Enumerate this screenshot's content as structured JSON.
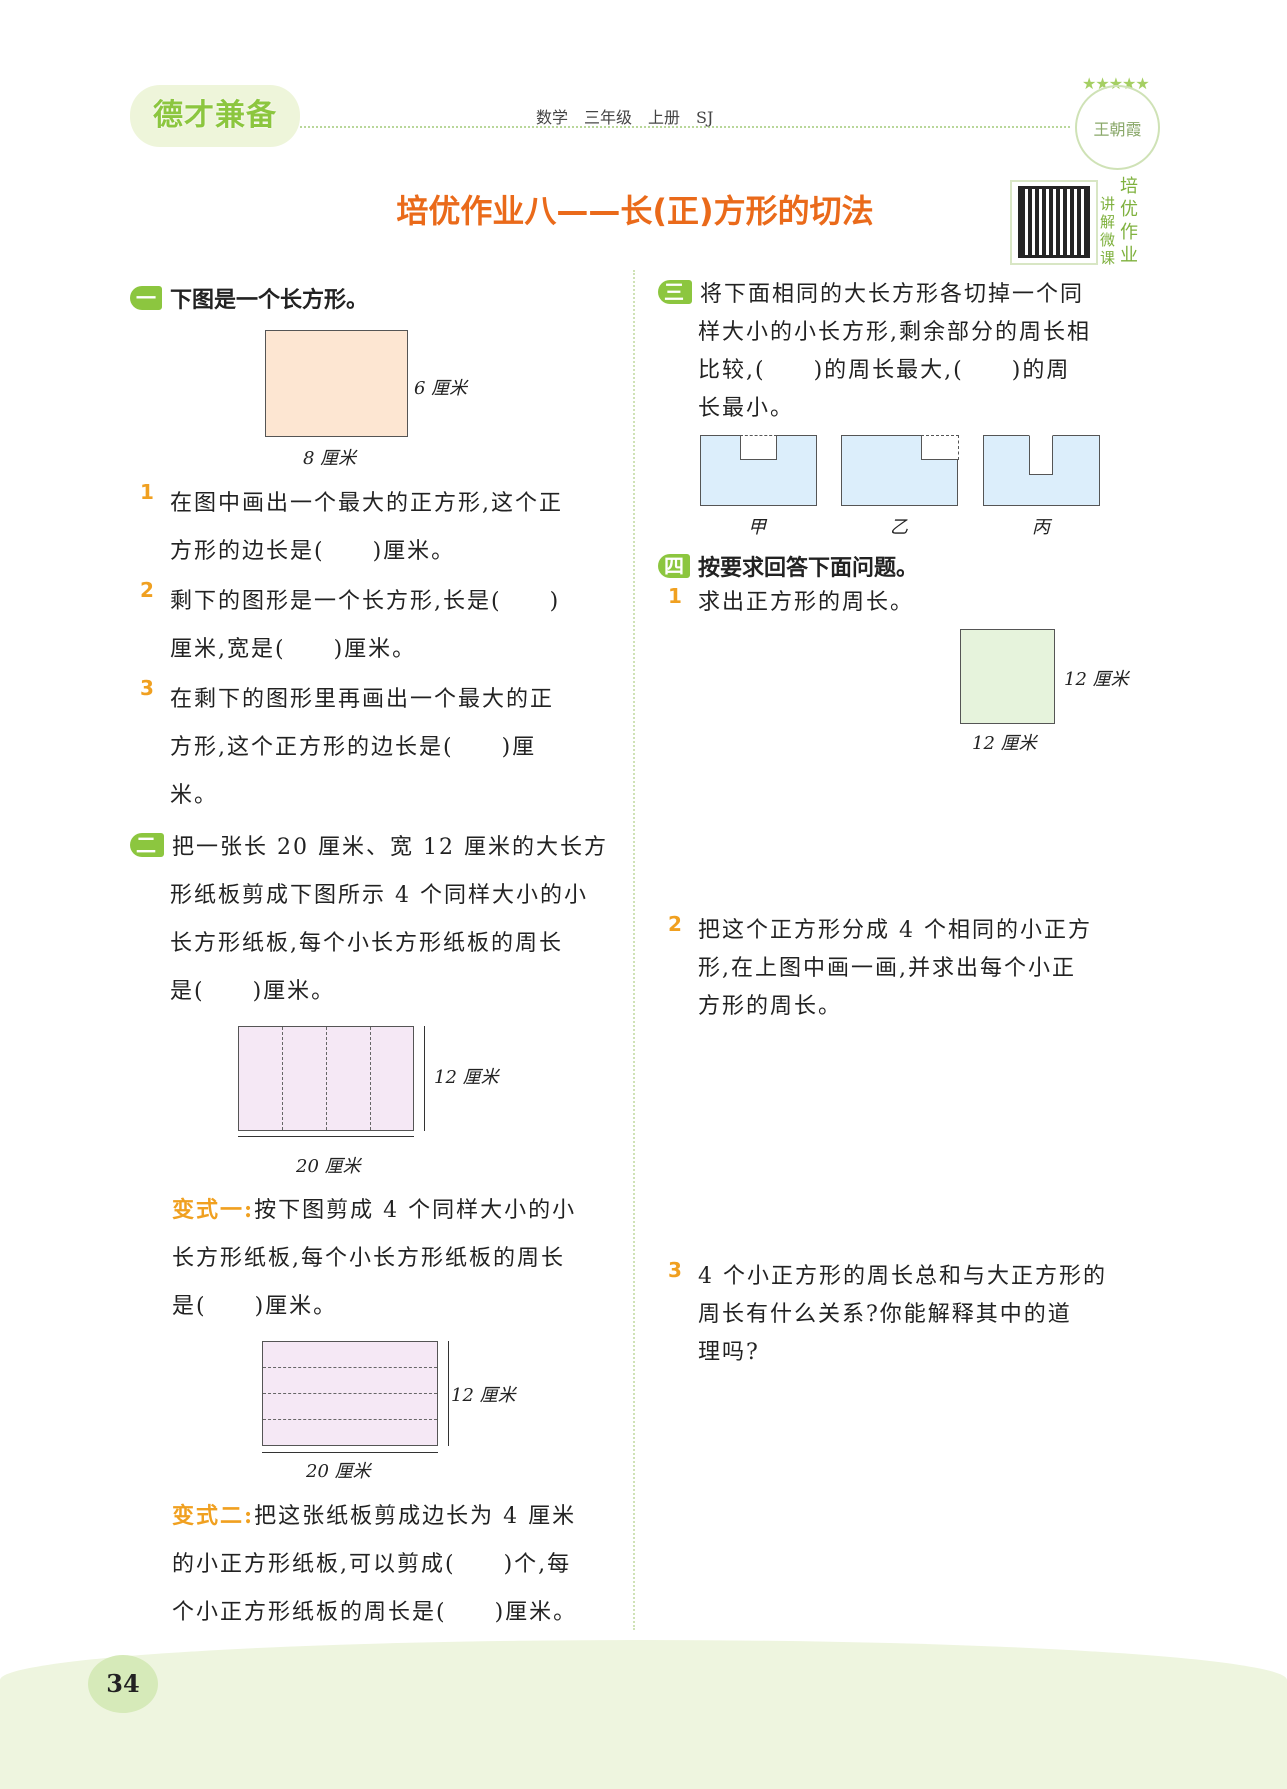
{
  "header": {
    "logo": "德才兼备",
    "subject": "数学　三年级　上册　SJ",
    "seal": "王朝霞",
    "title": "培优作业八——长(正)方形的切法",
    "qr_small": "讲解微课",
    "qr_big": "培优作业"
  },
  "s1": {
    "badge": "一",
    "heading": "下图是一个长方形。",
    "side": "6 厘米",
    "bottom": "8 厘米",
    "q": [
      {
        "n": "1",
        "l1": "在图中画出一个最大的正方形,这个正",
        "l2": "方形的边长是(　　)厘米。"
      },
      {
        "n": "2",
        "l1": "剩下的图形是一个长方形,长是(　　)",
        "l2": "厘米,宽是(　　)厘米。"
      },
      {
        "n": "3",
        "l1": "在剩下的图形里再画出一个最大的正",
        "l2": "方形,这个正方形的边长是(　　)厘",
        "l3": "米。"
      }
    ]
  },
  "s2": {
    "badge": "二",
    "lines": [
      "把一张长 20 厘米、宽 12 厘米的大长方",
      "形纸板剪成下图所示 4 个同样大小的小",
      "长方形纸板,每个小长方形纸板的周长",
      "是(　　)厘米。"
    ],
    "side": "12 厘米",
    "bottom": "20 厘米",
    "v1_label": "变式一:",
    "v1_lines": [
      "按下图剪成 4 个同样大小的小",
      "长方形纸板,每个小长方形纸板的周长",
      "是(　　)厘米。"
    ],
    "v1_side": "12 厘米",
    "v1_bottom": "20 厘米",
    "v2_label": "变式二:",
    "v2_lines": [
      "把这张纸板剪成边长为 4 厘米",
      "的小正方形纸板,可以剪成(　　)个,每",
      "个小正方形纸板的周长是(　　)厘米。"
    ]
  },
  "s3": {
    "badge": "三",
    "lines": [
      "将下面相同的大长方形各切掉一个同",
      "样大小的小长方形,剩余部分的周长相",
      "比较,(　　)的周长最大,(　　)的周",
      "长最小。"
    ],
    "labels": [
      "甲",
      "乙",
      "丙"
    ]
  },
  "s4": {
    "badge": "四",
    "heading": "按要求回答下面问题。",
    "q1": {
      "n": "1",
      "text": "求出正方形的周长。",
      "side": "12 厘米",
      "bottom": "12 厘米"
    },
    "q2": {
      "n": "2",
      "lines": [
        "把这个正方形分成 4 个相同的小正方",
        "形,在上图中画一画,并求出每个小正",
        "方形的周长。"
      ]
    },
    "q3": {
      "n": "3",
      "lines": [
        "4 个小正方形的周长总和与大正方形的",
        "周长有什么关系?你能解释其中的道",
        "理吗?"
      ]
    }
  },
  "footer": {
    "page": "34"
  }
}
